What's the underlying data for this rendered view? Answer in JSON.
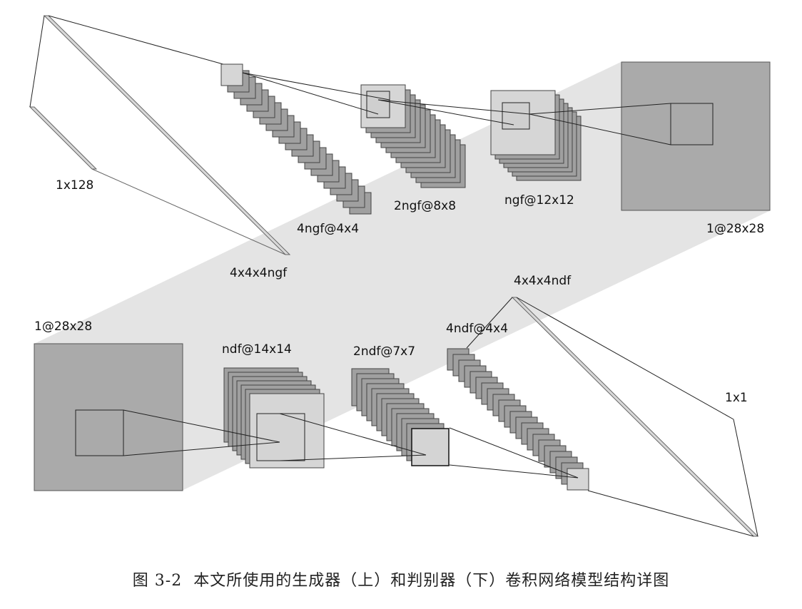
{
  "generator": {
    "input_label": "1x128",
    "project_label": "4x4x4ngf",
    "layer1_label": "4ngf@4x4",
    "layer2_label": "2ngf@8x8",
    "layer3_label": "ngf@12x12",
    "output_label": "1@28x28"
  },
  "discriminator": {
    "input_label": "1@28x28",
    "layer1_label": "ndf@14x14",
    "layer2_label": "2ndf@7x7",
    "layer3_label": "4ndf@4x4",
    "flatten_label": "4x4x4ndf",
    "output_label": "1x1"
  },
  "caption": {
    "figure_no": "图 3-2",
    "text": "本文所使用的生成器（上）和判别器（下）卷积网络模型结构详图"
  },
  "colors": {
    "band": "#e4e4e4",
    "dark_map": "#aaaaaa",
    "light_map": "#d6d6d6",
    "stack_map": "#a0a0a0",
    "line": "#222222"
  }
}
